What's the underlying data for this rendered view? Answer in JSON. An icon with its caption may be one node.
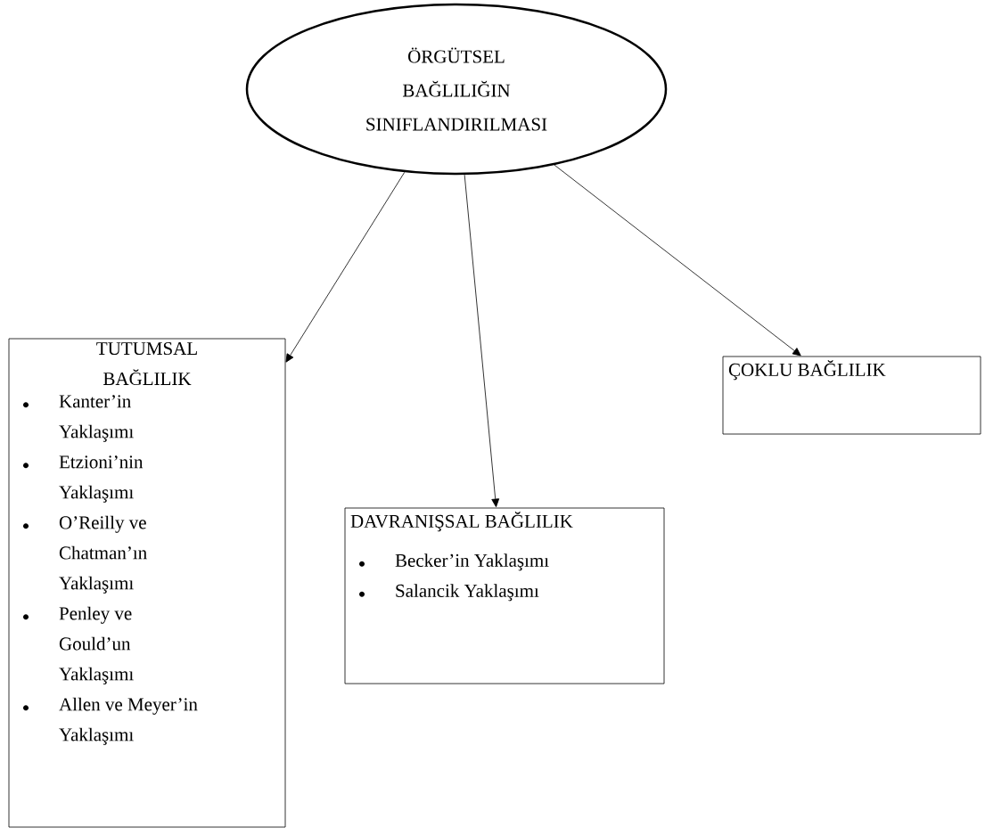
{
  "diagram": {
    "nodes": [
      {
        "text": [
          "ÖRGÜTSEL BAĞLILIĞIN SINIFLANDIRILMASI"
        ]
      },
      {
        "text": [
          "TUTUMSAL BAĞLILIK",
          "Kanter’in Yaklaşımı",
          "Etzioni’nin Yaklaşımı",
          "O’Reilly ve Chatman’ın Yaklaşımı",
          "Penley ve Gould’un Yaklaşımı",
          "Allen ve Meyer’in Yaklaşımı"
        ]
      },
      {
        "text": [
          "DAVRANIŞSAL BAĞLILIK",
          "Becker’in Yaklaşımı",
          "Salancik Yaklaşımı"
        ]
      },
      {
        "text": [
          "ÇOKLU BAĞLILIK"
        ]
      }
    ],
    "edges": [
      {
        "from": 0,
        "to": 1,
        "arrow": "to"
      },
      {
        "from": 0,
        "to": 2,
        "arrow": "to"
      },
      {
        "from": 0,
        "to": 3,
        "arrow": "to"
      }
    ]
  }
}
